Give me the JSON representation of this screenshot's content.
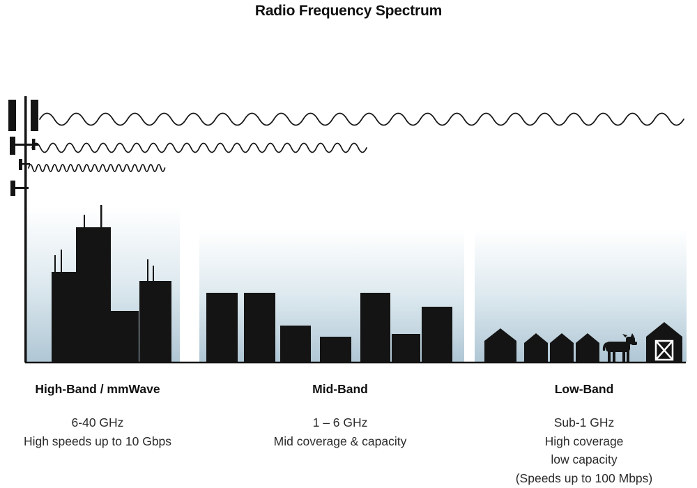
{
  "title": "Radio Frequency Spectrum",
  "colors": {
    "silhouette": "#141414",
    "sky_gradient_top": "#ffffff",
    "sky_gradient_bottom": "#afc6d4",
    "text": "#2b2b2b"
  },
  "tower_icon": "cell-tower-icon",
  "waves": [
    {
      "name": "low-band-wave",
      "style": "long-wavelength",
      "reach": "longest"
    },
    {
      "name": "mid-band-wave",
      "style": "medium-wavelength",
      "reach": "medium"
    },
    {
      "name": "high-band-wave",
      "style": "short-wavelength",
      "reach": "shortest"
    }
  ],
  "bands": [
    {
      "name": "High-Band / mmWave",
      "frequency": "6-40 GHz",
      "description_lines": [
        "High speeds up to 10 Gbps"
      ],
      "scene_icon": "city-skyscrapers"
    },
    {
      "name": "Mid-Band",
      "frequency": "1 – 6 GHz",
      "description_lines": [
        "Mid coverage & capacity"
      ],
      "scene_icon": "mid-rise-buildings"
    },
    {
      "name": "Low-Band",
      "frequency": "Sub-1 GHz",
      "description_lines": [
        "High coverage",
        "low capacity",
        "(Speeds up to 100 Mbps)"
      ],
      "scene_icon": "rural-houses-cow-barn"
    }
  ]
}
